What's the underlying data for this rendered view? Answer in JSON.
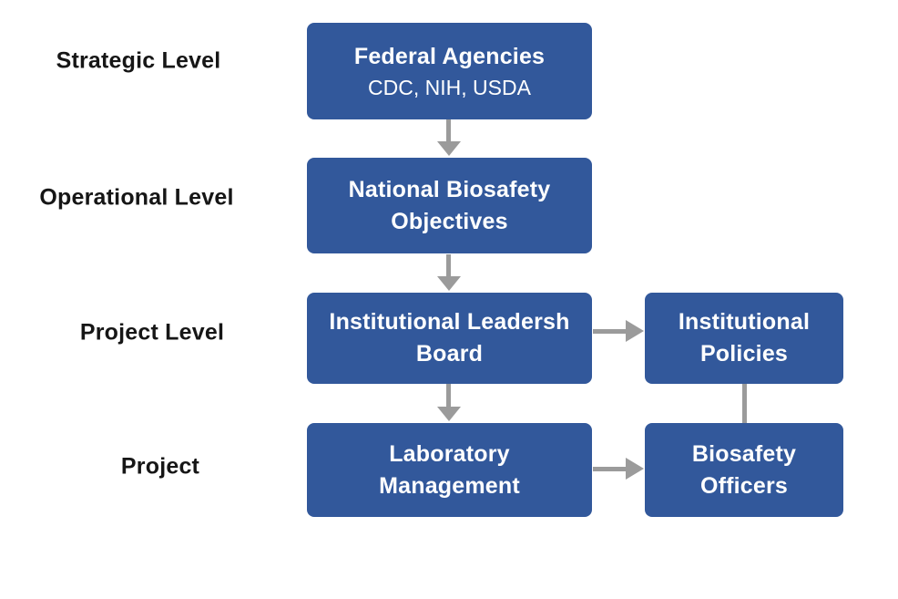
{
  "diagram": {
    "colors": {
      "background": "#ffffff",
      "box_fill": "#32589b",
      "box_text": "#ffffff",
      "label_text": "#161616",
      "connector_gray": "#9b9b9b"
    },
    "level_labels": [
      {
        "text": "Strategic Level"
      },
      {
        "text": "Operational Level"
      },
      {
        "text": "Project Level"
      },
      {
        "text": "Project"
      }
    ],
    "main_boxes": [
      {
        "lines": [
          "Federal Agencies"
        ],
        "subtitle": "CDC, NIH, USDA"
      },
      {
        "lines": [
          "National Biosafety",
          "Objectives"
        ]
      },
      {
        "lines": [
          "Institutional Leadersh",
          "Board"
        ]
      },
      {
        "lines": [
          "Laboratory",
          "Management"
        ]
      }
    ],
    "side_boxes": [
      {
        "lines": [
          "Institutional",
          "Policies"
        ]
      },
      {
        "lines": [
          "Biosafety",
          "Officers"
        ]
      }
    ]
  }
}
